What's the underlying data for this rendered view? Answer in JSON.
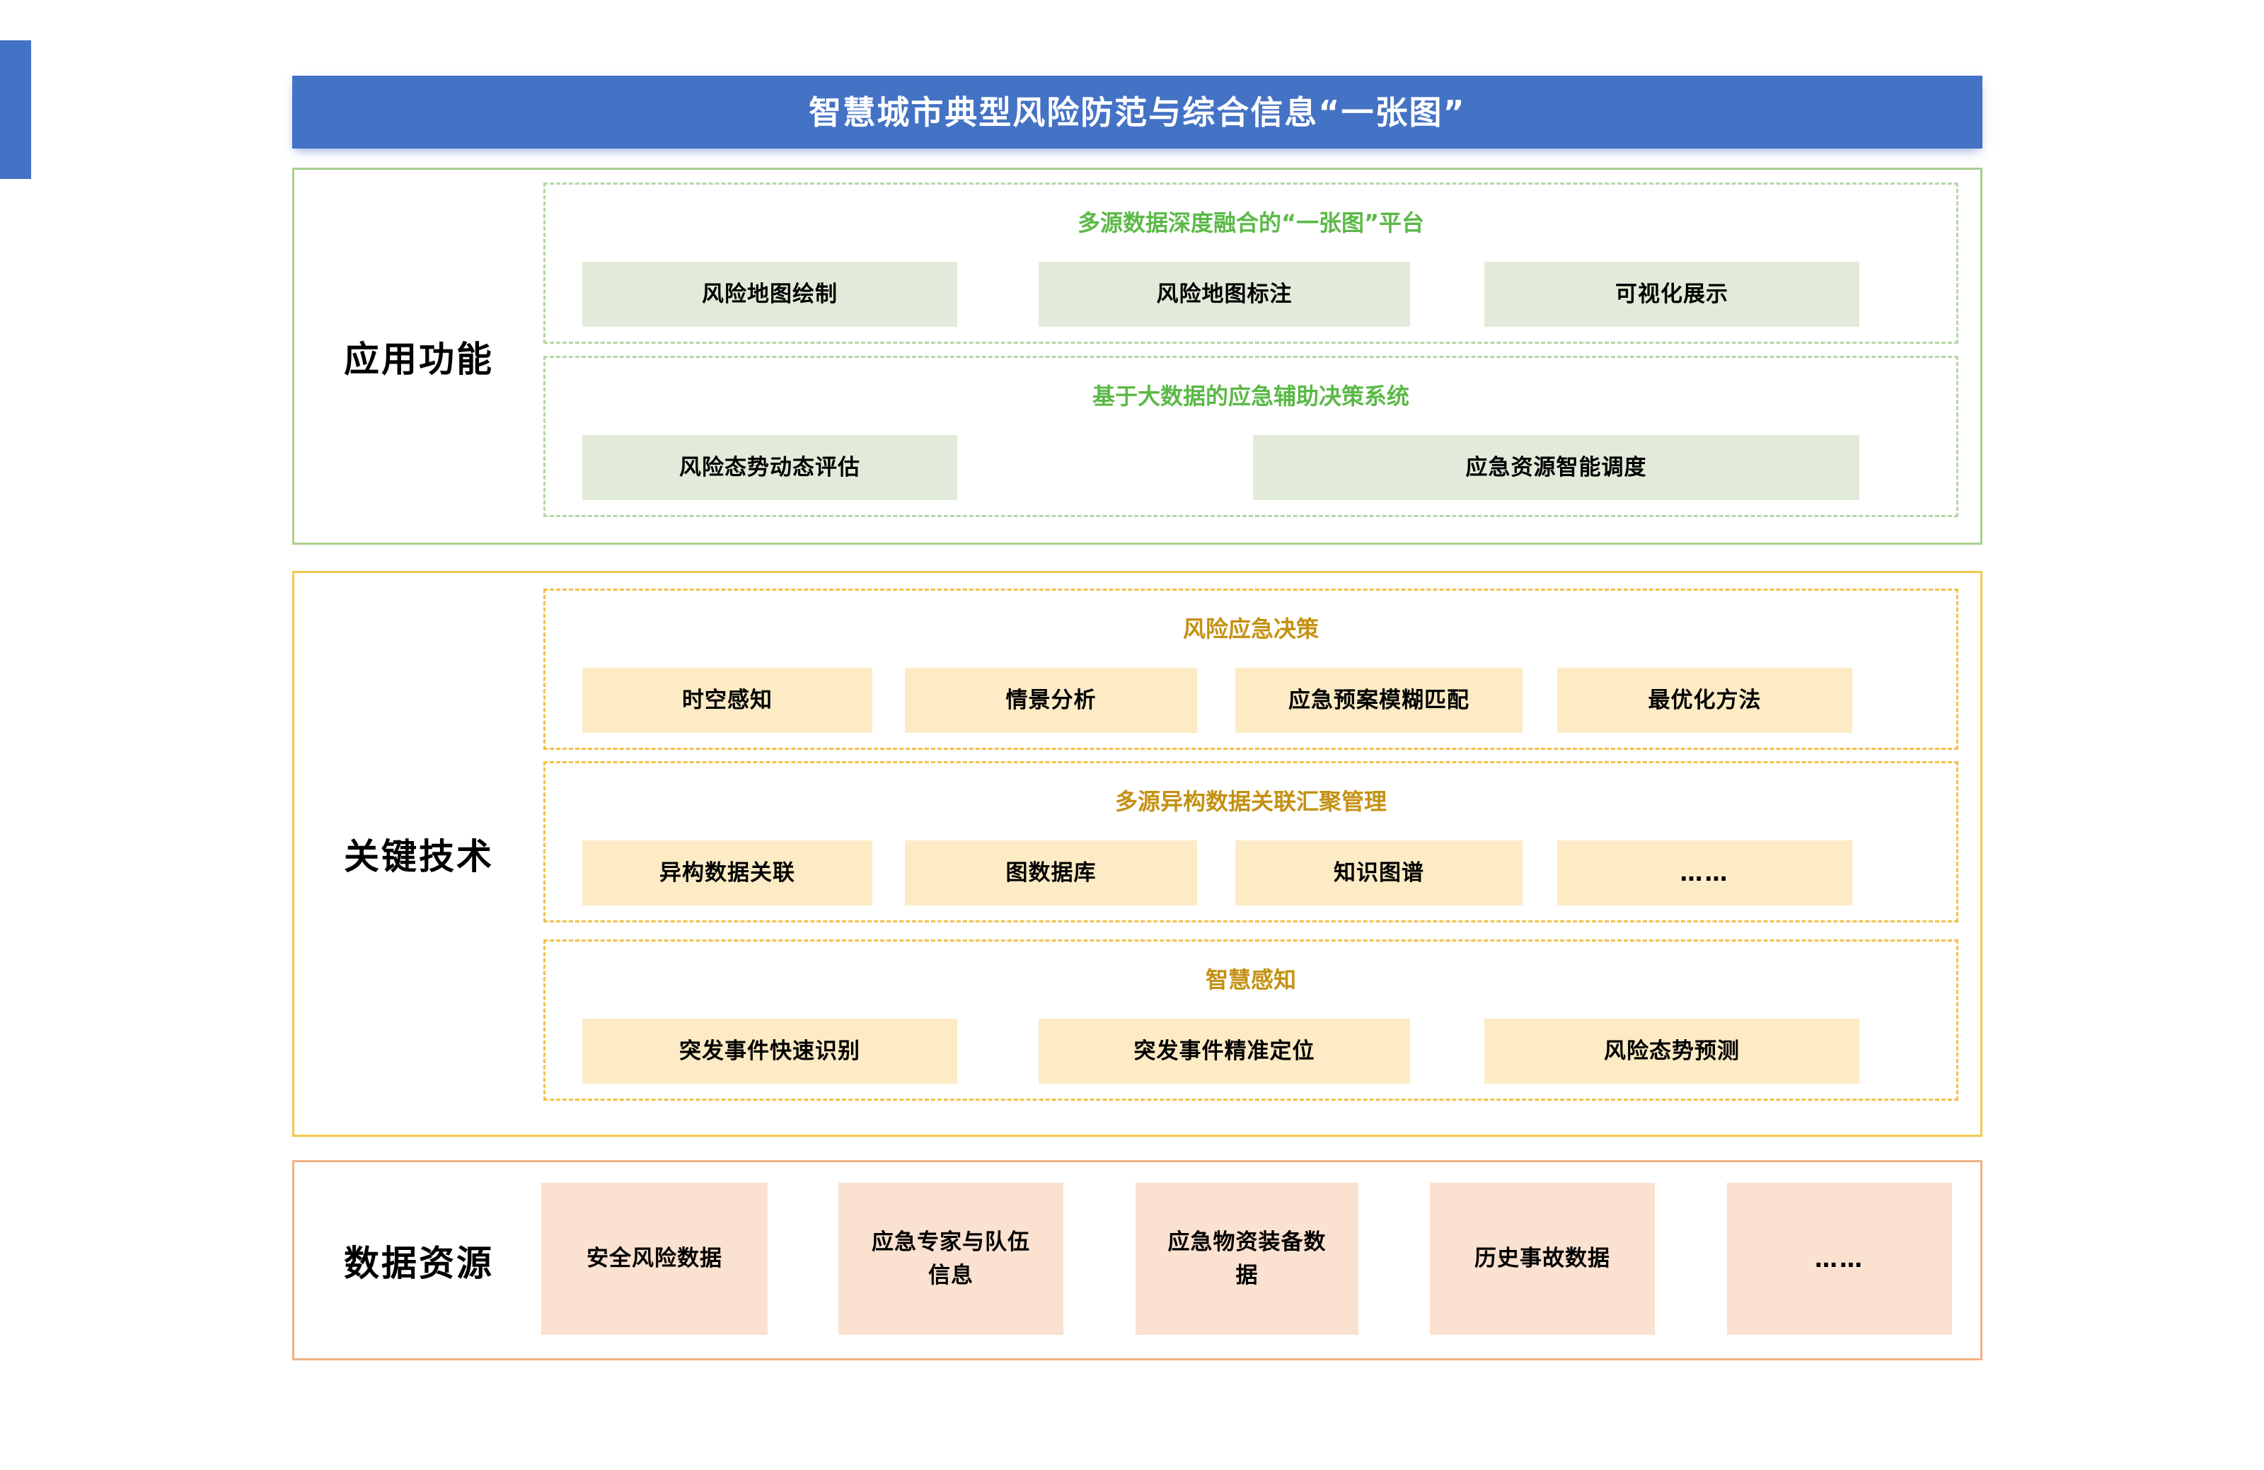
{
  "theme": {
    "title_bar_color": "#4472C4",
    "accent_bar_color": "#4472C4",
    "apps_border_color": "#A9D08E",
    "apps_dash_color": "#B6D7A8",
    "apps_heading_color": "#5BB947",
    "apps_chip_color": "#E2EBD9",
    "tech_border_color": "#F2C94C",
    "tech_dash_color": "#F2C14B",
    "tech_heading_color": "#C49112",
    "tech_chip_color": "#FCEBC5",
    "data_border_color": "#F0B183",
    "data_chip_color": "#FAE1D0",
    "text_color": "#000000"
  },
  "header": {
    "title": "智慧城市典型风险防范与综合信息“一张图”"
  },
  "sections": [
    {
      "id": "application-functions",
      "label": "应用功能",
      "groups": [
        {
          "id": "one-map-platform",
          "heading": "多源数据深度融合的“一张图”平台",
          "items": [
            {
              "label": "风险地图绘制"
            },
            {
              "label": "风险地图标注"
            },
            {
              "label": "可视化展示"
            }
          ]
        },
        {
          "id": "big-data-emergency-decision-system",
          "heading": "基于大数据的应急辅助决策系统",
          "items": [
            {
              "label": "风险态势动态评估"
            },
            {
              "label": "应急资源智能调度"
            }
          ]
        }
      ]
    },
    {
      "id": "key-technologies",
      "label": "关键技术",
      "groups": [
        {
          "id": "risk-emergency-decision",
          "heading": "风险应急决策",
          "items": [
            {
              "label": "时空感知"
            },
            {
              "label": "情景分析"
            },
            {
              "label": "应急预案模糊匹配"
            },
            {
              "label": "最优化方法"
            }
          ]
        },
        {
          "id": "multi-source-heterogeneous-data",
          "heading": "多源异构数据关联汇聚管理",
          "items": [
            {
              "label": "异构数据关联"
            },
            {
              "label": "图数据库"
            },
            {
              "label": "知识图谱"
            },
            {
              "label": "……"
            }
          ]
        },
        {
          "id": "smart-sensing",
          "heading": "智慧感知",
          "items": [
            {
              "label": "突发事件快速识别"
            },
            {
              "label": "突发事件精准定位"
            },
            {
              "label": "风险态势预测"
            }
          ]
        }
      ]
    },
    {
      "id": "data-resources",
      "label": "数据资源",
      "groups": [
        {
          "id": "data-resource-items",
          "heading": "",
          "items": [
            {
              "label": "安全风险数据"
            },
            {
              "label": "应急专家与队伍信息"
            },
            {
              "label": "应急物资装备数据"
            },
            {
              "label": "历史事故数据"
            },
            {
              "label": "……"
            }
          ]
        }
      ]
    }
  ]
}
